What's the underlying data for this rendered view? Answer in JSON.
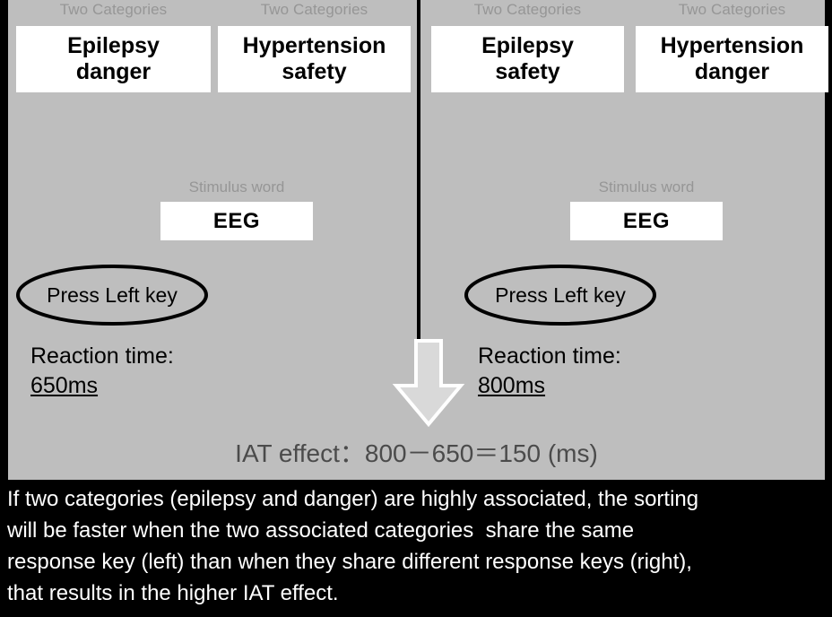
{
  "colors": {
    "stage_background": "#bebebe",
    "caption_background": "#000000",
    "caption_text": "#ffffff",
    "category_box": "#ffffff",
    "muted_label": "#969696",
    "equation_text": "#4b4b4b",
    "arrow_fill": "#d9d9d9",
    "arrow_outline": "#ffffff",
    "divider": "#000000"
  },
  "panels": [
    {
      "id": "left",
      "name": "compatible-condition",
      "categories": [
        {
          "caption": "Two Categories",
          "line1": "Epilepsy",
          "line2": "danger"
        },
        {
          "caption": "Two Categories",
          "line1": "Hypertension",
          "line2": "safety"
        }
      ],
      "stimulus": {
        "caption": "Stimulus word",
        "word": "EEG"
      },
      "response": "Press Left key",
      "reaction": {
        "label": "Reaction time:",
        "value": "650ms"
      }
    },
    {
      "id": "right",
      "name": "incompatible-condition",
      "categories": [
        {
          "caption": "Two Categories",
          "line1": "Epilepsy",
          "line2": "safety"
        },
        {
          "caption": "Two Categories",
          "line1": "Hypertension",
          "line2": "danger"
        }
      ],
      "stimulus": {
        "caption": "Stimulus word",
        "word": "EEG"
      },
      "response": "Press Left key",
      "reaction": {
        "label": "Reaction time:",
        "value": "800ms"
      }
    }
  ],
  "equation": "IAT effect：800－650＝150 (ms)",
  "iat": {
    "right_reaction_ms": 800,
    "left_reaction_ms": 650,
    "effect_ms": 150,
    "unit": "ms"
  },
  "caption": {
    "lines": [
      "If two categories (epilepsy and danger) are highly associated, the sorting",
      "will be faster when the two associated categories  share the same",
      "response key (left) than when they share different response keys (right),",
      "that results in the higher IAT effect."
    ]
  }
}
